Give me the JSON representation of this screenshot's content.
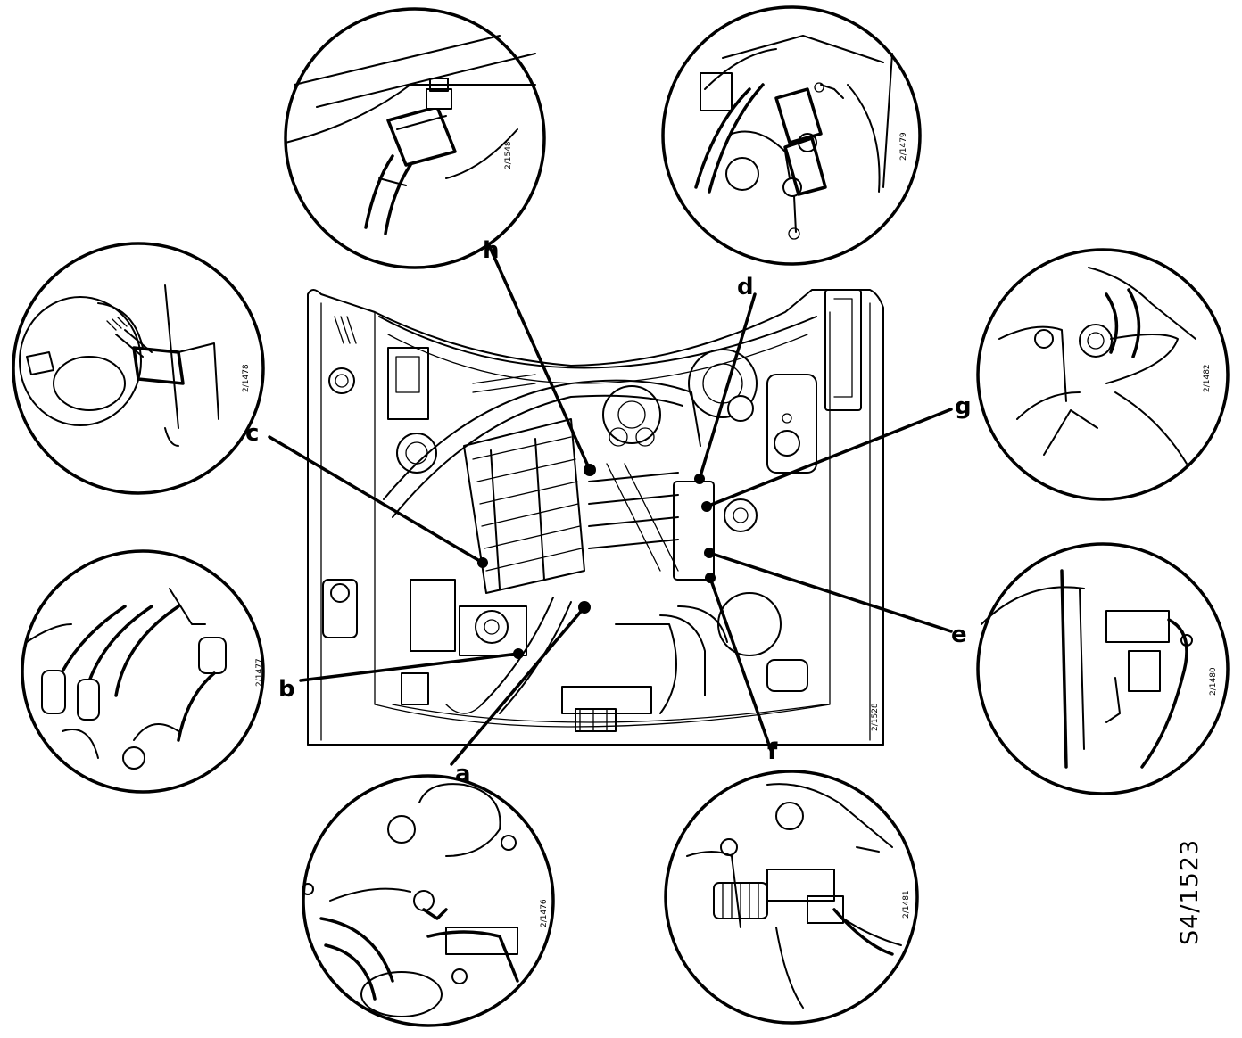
{
  "figure_number": "S4/1523",
  "main_ref": "2/1528",
  "callouts": {
    "a": {
      "letter": "a",
      "ref": "2/1476"
    },
    "b": {
      "letter": "b",
      "ref": "2/1477"
    },
    "c": {
      "letter": "c",
      "ref": "2/1478"
    },
    "d": {
      "letter": "d",
      "ref": "2/1479"
    },
    "e": {
      "letter": "e",
      "ref": "2/1480"
    },
    "f": {
      "letter": "f",
      "ref": "2/1481"
    },
    "g": {
      "letter": "g",
      "ref": "2/1482"
    },
    "h": {
      "letter": "h",
      "ref": "2/1548"
    }
  }
}
